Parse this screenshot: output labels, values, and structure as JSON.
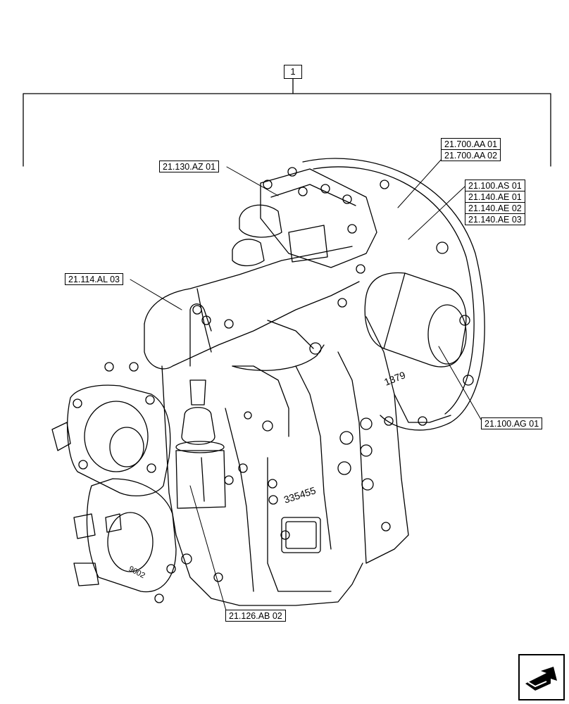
{
  "item_number": "1",
  "callouts": {
    "c_21130AZ01": "21.130.AZ 01",
    "c_21114AL03": "21.114.AL 03",
    "c_21126AB02": "21.126.AB 02",
    "c_21100AG01": "21.100.AG 01",
    "stack_700": [
      "21.700.AA 01",
      "21.700.AA 02"
    ],
    "stack_100": [
      "21.100.AS 01",
      "21.140.AE 01",
      "21.140.AE 02",
      "21.140.AE 03"
    ]
  },
  "casting_marks": [
    "1379",
    "335455",
    "9002"
  ],
  "nav_icon": "next-page-arrow-icon"
}
